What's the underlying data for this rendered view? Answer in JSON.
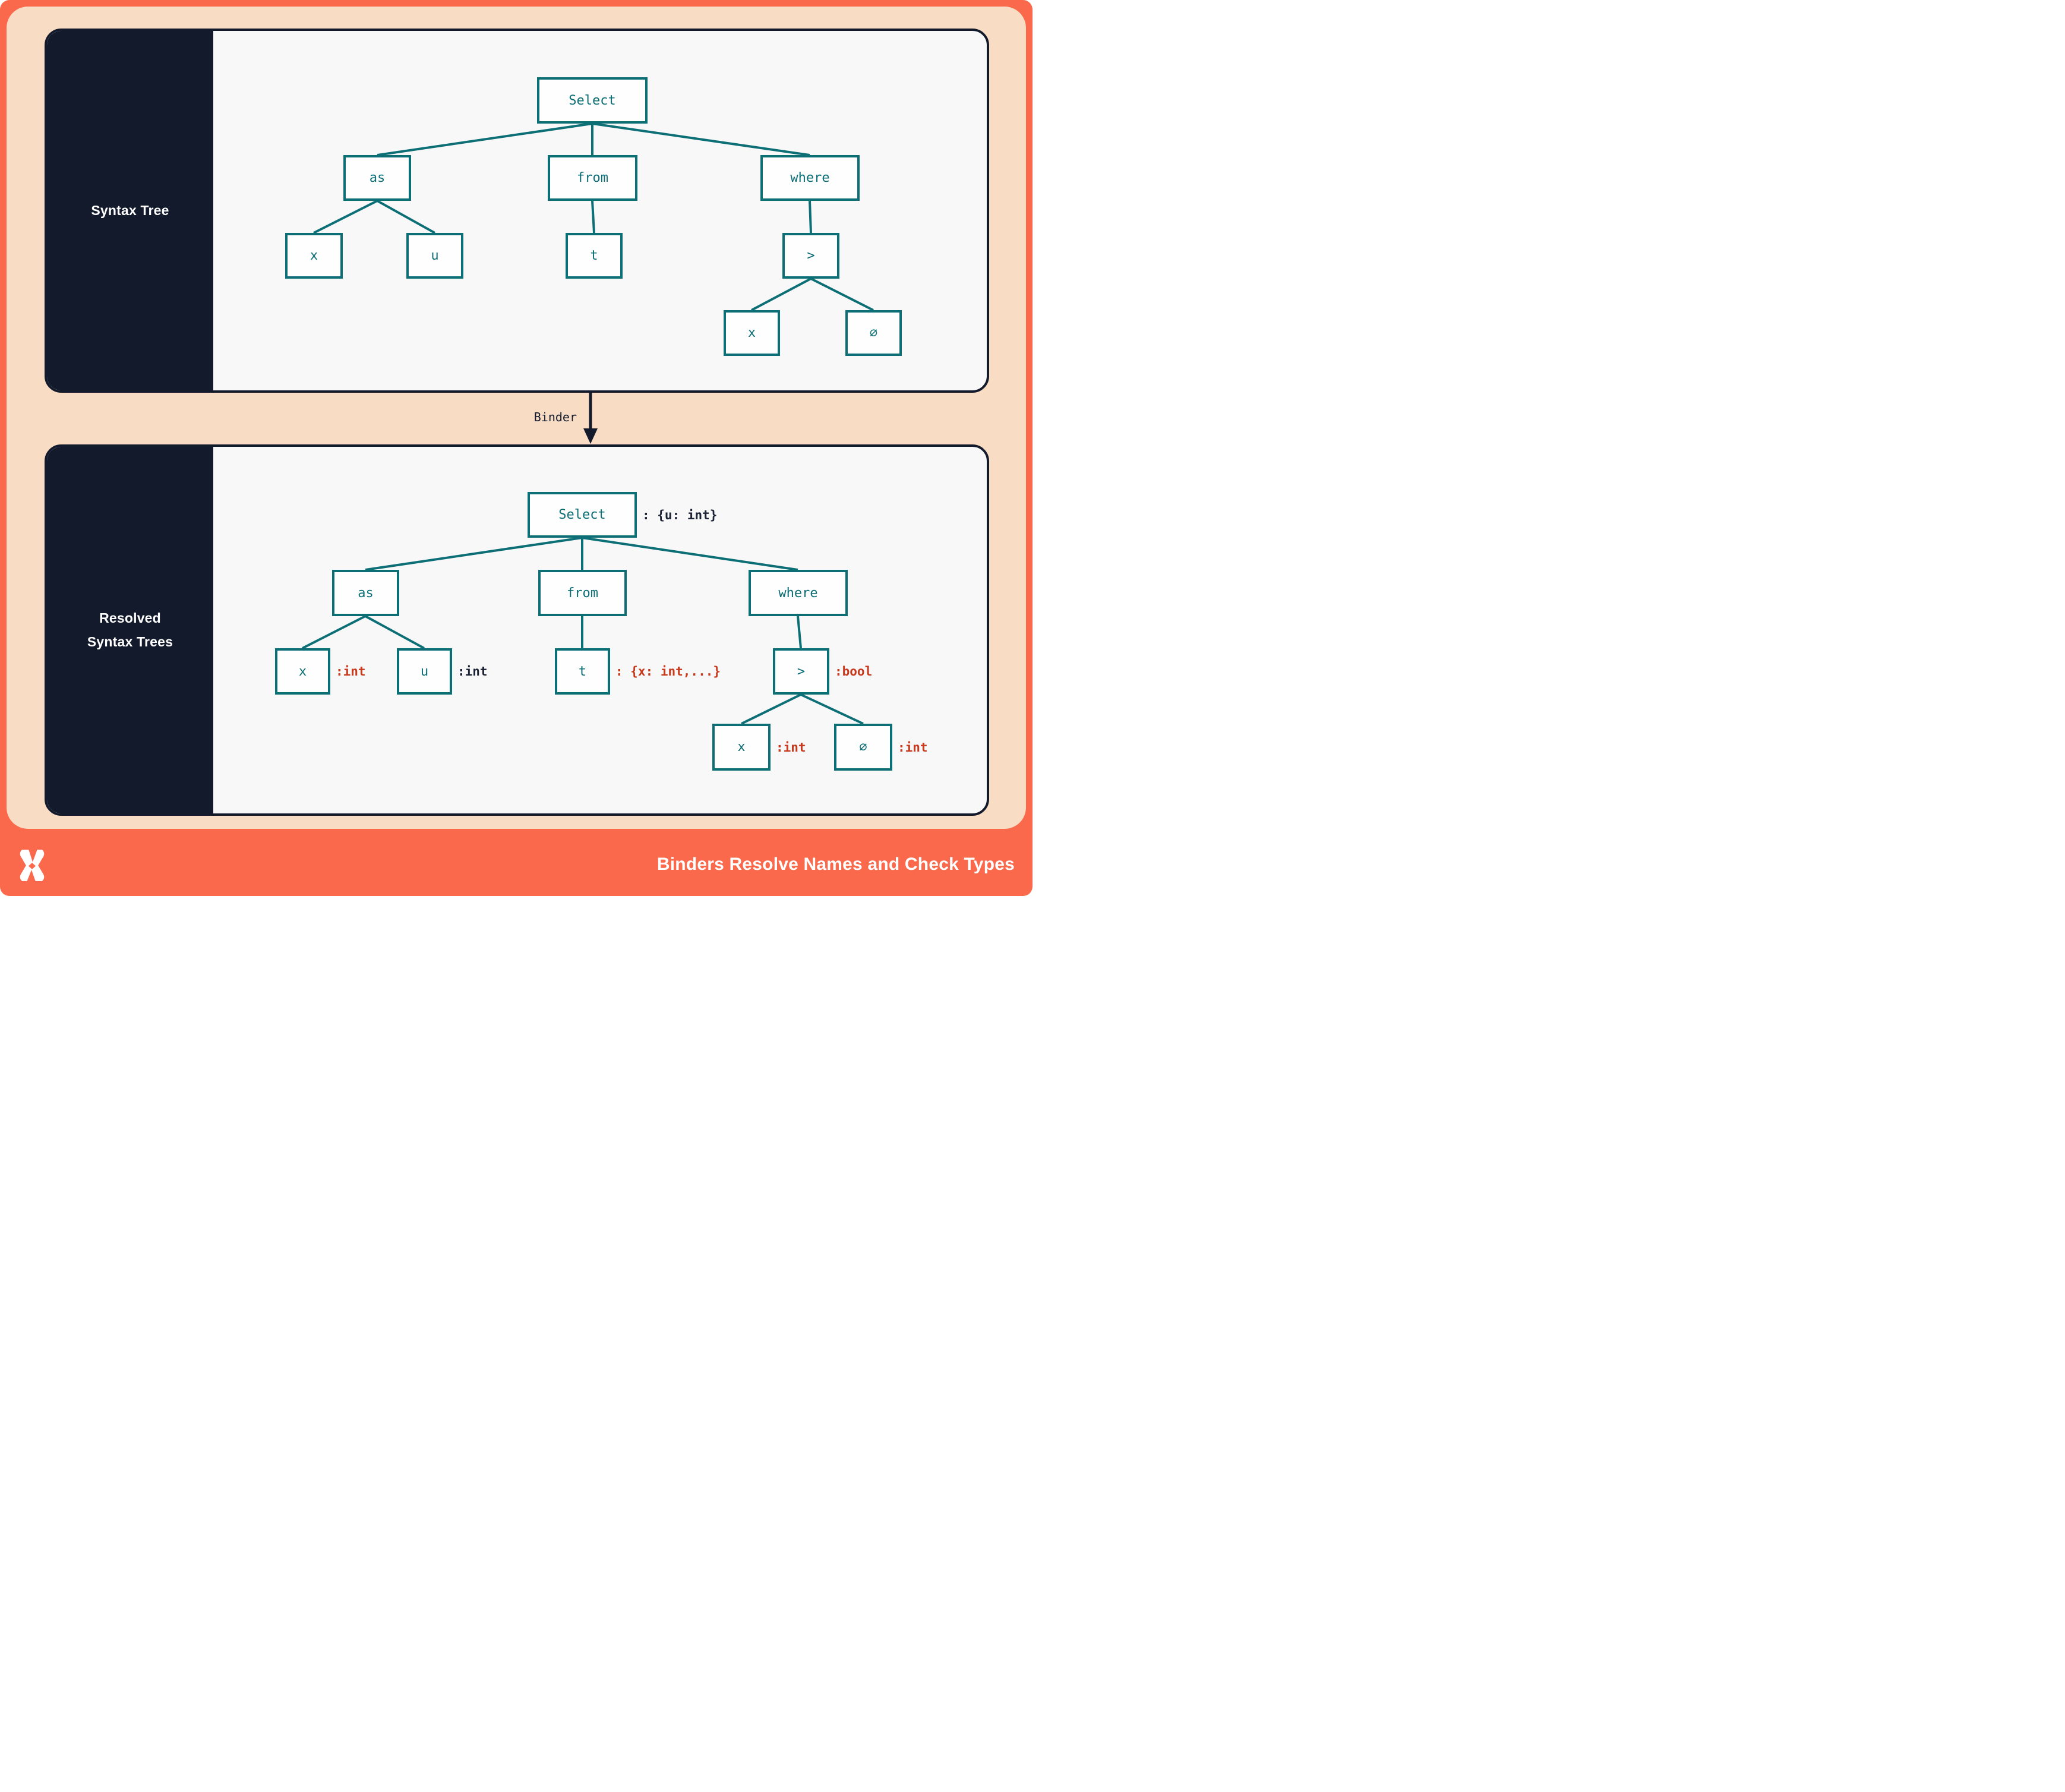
{
  "colors": {
    "coral": "#FA694B",
    "peach": "#F8DCC4",
    "navy": "#131A2B",
    "teal": "#0D6F76",
    "red_annotation": "#C93A1D",
    "panel_background": "#F8F8F9"
  },
  "binder": {
    "label": "Binder"
  },
  "footer": {
    "title": "Binders Resolve Names and Check Types",
    "logo_name": "xata-x-logo"
  },
  "panels": [
    {
      "title": "Syntax Tree",
      "title_lines": [
        "Syntax Tree",
        ""
      ],
      "edges": [
        [
          "Select",
          "as"
        ],
        [
          "Select",
          "from"
        ],
        [
          "Select",
          "where"
        ],
        [
          "as",
          "x"
        ],
        [
          "as",
          "u"
        ],
        [
          "from",
          "t"
        ],
        [
          "where",
          ">"
        ],
        [
          ">",
          "x"
        ],
        [
          ">",
          "∅"
        ]
      ],
      "nodes": [
        {
          "label": "Select"
        },
        {
          "label": "as"
        },
        {
          "label": "from"
        },
        {
          "label": "where"
        },
        {
          "label": "x"
        },
        {
          "label": "u"
        },
        {
          "label": "t"
        },
        {
          "label": ">"
        },
        {
          "label": "x"
        },
        {
          "label": "∅"
        }
      ]
    },
    {
      "title": "Resolved Syntax Trees",
      "title_lines": [
        "Resolved",
        "Syntax Trees"
      ],
      "edges": [
        [
          "Select",
          "as"
        ],
        [
          "Select",
          "from"
        ],
        [
          "Select",
          "where"
        ],
        [
          "as",
          "x"
        ],
        [
          "as",
          "u"
        ],
        [
          "from",
          "t"
        ],
        [
          "where",
          ">"
        ],
        [
          ">",
          "x"
        ],
        [
          ">",
          "∅"
        ]
      ],
      "nodes": [
        {
          "label": "Select",
          "annotation": ": {u: int}",
          "annotation_style": "navy"
        },
        {
          "label": "as"
        },
        {
          "label": "from"
        },
        {
          "label": "where"
        },
        {
          "label": "x",
          "annotation": ":int",
          "annotation_style": "red"
        },
        {
          "label": "u",
          "annotation": ":int",
          "annotation_style": "navy"
        },
        {
          "label": "t",
          "annotation": ": {x: int,...}",
          "annotation_style": "red"
        },
        {
          "label": ">",
          "annotation": ":bool",
          "annotation_style": "red"
        },
        {
          "label": "x",
          "annotation": ":int",
          "annotation_style": "red"
        },
        {
          "label": "∅",
          "annotation": ":int",
          "annotation_style": "red"
        }
      ]
    }
  ]
}
